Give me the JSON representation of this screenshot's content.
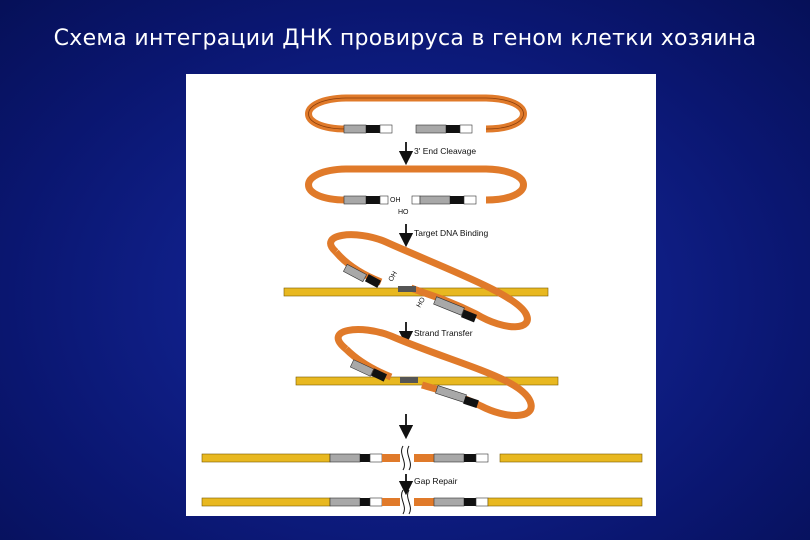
{
  "slide": {
    "title": "Схема интеграции ДНК провируса в геном клетки хозяина"
  },
  "figure": {
    "steps": [
      "3' End Cleavage",
      "Target DNA Binding",
      "Strand Transfer",
      "Gap Repair"
    ],
    "end_labels": {
      "oh": "OH",
      "ho": "HO"
    }
  },
  "colors": {
    "background": "#0c1a78",
    "title_text": "#ffffff",
    "viral_dna": "#e07a2a",
    "ltr_gray": "#a8a8a8",
    "ltr_black": "#111111",
    "host_dna": "#e8b820"
  }
}
